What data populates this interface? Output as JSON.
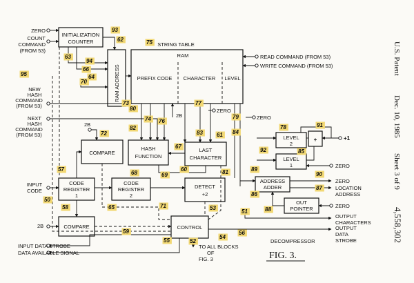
{
  "header": {
    "patent": "U.S. Patent",
    "date": "Dec. 10, 1985",
    "sheet": "Sheet 3 of 9",
    "number": "4,558,302"
  },
  "figure": {
    "title": "DECOMPRESSOR",
    "label": "FIG. 3."
  },
  "blocks": {
    "init_counter": [
      "INITIALIZATION",
      "COUNTER"
    ],
    "string_table": "STRING TABLE",
    "ram": "RAM",
    "ram_address": "RAM ADDRESS",
    "prefix_code": "PREFIX CODE",
    "character": "CHARACTER",
    "level_col": "LEVEL",
    "compare1": "COMPARE",
    "hash_function": [
      "HASH",
      "FUNCTION"
    ],
    "last_character": [
      "LAST",
      "CHARACTER"
    ],
    "level2": [
      "LEVEL",
      "2"
    ],
    "level1": [
      "LEVEL",
      "1"
    ],
    "adder": "+",
    "detect": [
      "DETECT",
      "+2"
    ],
    "address_adder": [
      "ADDRESS",
      "ADDER"
    ],
    "out_pointer": [
      "OUT",
      "POINTER"
    ],
    "code_register1": [
      "CODE",
      "REGISTER",
      "1"
    ],
    "code_register2": [
      "CODE",
      "REGISTER",
      "2"
    ],
    "compare2": "COMPARE",
    "control": "CONTROL"
  },
  "signals": {
    "zero_top": "ZERO",
    "count_command": [
      "COUNT",
      "COMMAND",
      "(FROM 53)"
    ],
    "read_command": "READ COMMAND (FROM 53)",
    "write_command": "WRITE COMMAND (FROM 53)",
    "new_hash": [
      "NEW",
      "HASH",
      "COMMAND",
      "(FROM 53)"
    ],
    "next_hash": [
      "NEXT",
      "HASH",
      "COMMAND",
      "(FROM 53)"
    ],
    "input_code": [
      "INPUT",
      "CODE"
    ],
    "two_b_a": "2B",
    "two_b_b": "2B",
    "two_b_c": "2B",
    "zero_mid1": "ZERO",
    "zero_mid2": "ZERO",
    "plus_one": "+1",
    "zero_lvl": "ZERO",
    "zero_addr": "ZERO",
    "location_address": [
      "LOCATION",
      "ADDRESS"
    ],
    "zero_ptr": "ZERO",
    "output_characters": [
      "OUTPUT",
      "CHARACTERS"
    ],
    "output_data_strobe": [
      "OUTPUT",
      "DATA",
      "STROBE"
    ],
    "input_data_strobe": "INPUT DATA STROBE",
    "data_available": "DATA AVAILABLE SIGNAL",
    "to_all_blocks": [
      "TO ALL BLOCKS",
      "OF",
      "FIG. 3"
    ]
  },
  "refs": [
    "93",
    "75",
    "62",
    "95",
    "63",
    "94",
    "66",
    "64",
    "70",
    "73",
    "80",
    "76",
    "77",
    "74",
    "72",
    "82",
    "84",
    "79",
    "78",
    "91",
    "83",
    "61",
    "92",
    "85",
    "89",
    "57",
    "67",
    "68",
    "69",
    "60",
    "81",
    "90",
    "87",
    "86",
    "88",
    "50",
    "65",
    "71",
    "58",
    "59",
    "53",
    "51",
    "56",
    "55",
    "52",
    "54"
  ]
}
